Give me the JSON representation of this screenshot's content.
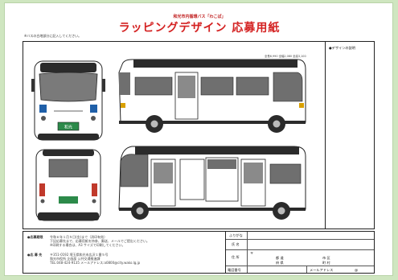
{
  "header": {
    "organizer": "和光市内循環バス「わこぱ」",
    "title": "ラッピングデザイン 応募用紙"
  },
  "note": "※バスの白地部分に記入してください。",
  "dimensions_note": "全長6,990  全幅2,080  全高3,100",
  "description_label": "●デザインの説明",
  "bus": {
    "plate": "和光"
  },
  "info": {
    "deadline_label": "●応募期限",
    "deadline_lines": [
      "令和６年１月５日(金)まで（消印有効）",
      "下記応募先まで、応募用紙を持参、郵送、メールでご提出ください。",
      "※印刷する場合は、A3 サイズで印刷してください。"
    ],
    "contact_label": "●応 募 先",
    "contact_lines": [
      "〒351-0192 埼玉県和光市広沢１番５号",
      "和光市役所 企画部 公共交通推進課",
      "TEL:048-424-9135  メールアドレス:a0800@city.wako.lg.jp"
    ]
  },
  "form": {
    "furigana": "ふりがな",
    "name": "氏 名",
    "address": "住 所",
    "postal_mark": "〒",
    "town1": "都 道",
    "town2": "市 区",
    "town3": "府 県",
    "town4": "町 村",
    "phone": "電話番号",
    "email": "メールアドレス",
    "at": "@"
  },
  "colors": {
    "title": "#d42222",
    "bus_dark": "#2b2b2b",
    "window": "#6f6f6f",
    "background": "#cfe6c0"
  }
}
